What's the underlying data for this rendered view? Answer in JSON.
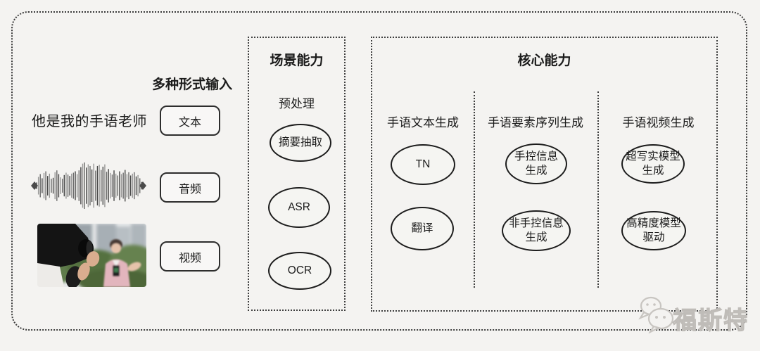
{
  "input_section": {
    "header": "多种形式输入",
    "text_example": "他是我的手语老师",
    "items": [
      {
        "label": "文本"
      },
      {
        "label": "音频"
      },
      {
        "label": "视频"
      }
    ],
    "icons": {
      "audio": "audio-waveform-icon",
      "video": "video-thumbnail-reporter-photo"
    }
  },
  "scene_section": {
    "title": "场景能力",
    "subtitle": "预处理",
    "nodes": [
      {
        "label": "摘要抽取"
      },
      {
        "label": "ASR"
      },
      {
        "label": "OCR"
      }
    ]
  },
  "core_section": {
    "title": "核心能力",
    "columns": [
      {
        "header": "手语文本生成",
        "nodes": [
          {
            "label": "TN"
          },
          {
            "label": "翻译"
          }
        ]
      },
      {
        "header": "手语要素序列生成",
        "nodes": [
          {
            "line1": "手控信息",
            "line2": "生成"
          },
          {
            "line1": "非手控信息",
            "line2": "生成"
          }
        ]
      },
      {
        "header": "手语视频生成",
        "nodes": [
          {
            "line1": "超写实模型",
            "line2": "生成"
          },
          {
            "line1": "高精度模型",
            "line2": "驱动"
          }
        ]
      }
    ]
  },
  "watermark": {
    "text": "福斯特",
    "logo": "wechat-chat-bubbles-icon"
  },
  "colors": {
    "background": "#f4f3f1",
    "line": "#2d2d2d",
    "text": "#1b1b1b",
    "watermark": "#c5c2be"
  }
}
